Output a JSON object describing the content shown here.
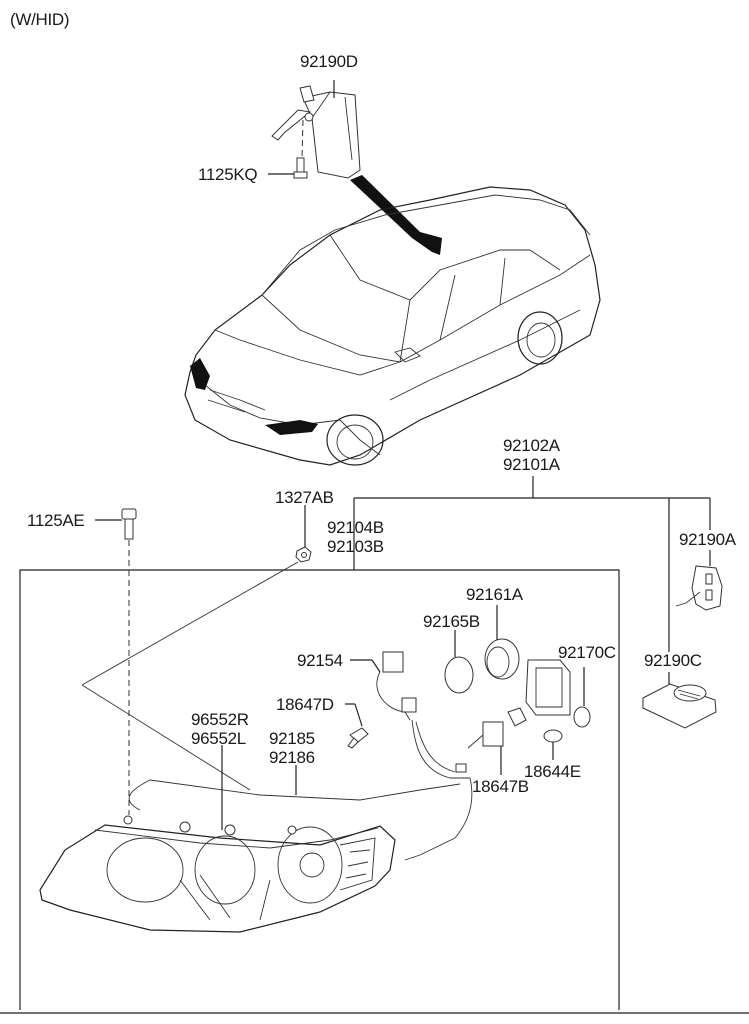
{
  "title": "(W/HID)",
  "labels": {
    "p92190D": "92190D",
    "p1125KQ": "1125KQ",
    "p92102A": "92102A",
    "p92101A": "92101A",
    "p1327AB": "1327AB",
    "p1125AE": "1125AE",
    "p92104B": "92104B",
    "p92103B": "92103B",
    "p92190A": "92190A",
    "p92161A": "92161A",
    "p92165B": "92165B",
    "p92154": "92154",
    "p92170C": "92170C",
    "p92190C": "92190C",
    "p18647D": "18647D",
    "p96552R": "96552R",
    "p96552L": "96552L",
    "p92185": "92185",
    "p92186": "92186",
    "p18644E": "18644E",
    "p18647B": "18647B"
  },
  "icons": {
    "car": "car-illustration",
    "headlamp": "headlamp-assembly",
    "leveling_actuator": "leveling-actuator",
    "ballast": "hid-ballast",
    "sensor": "leveling-sensor",
    "screw": "screw",
    "nut": "nut"
  }
}
